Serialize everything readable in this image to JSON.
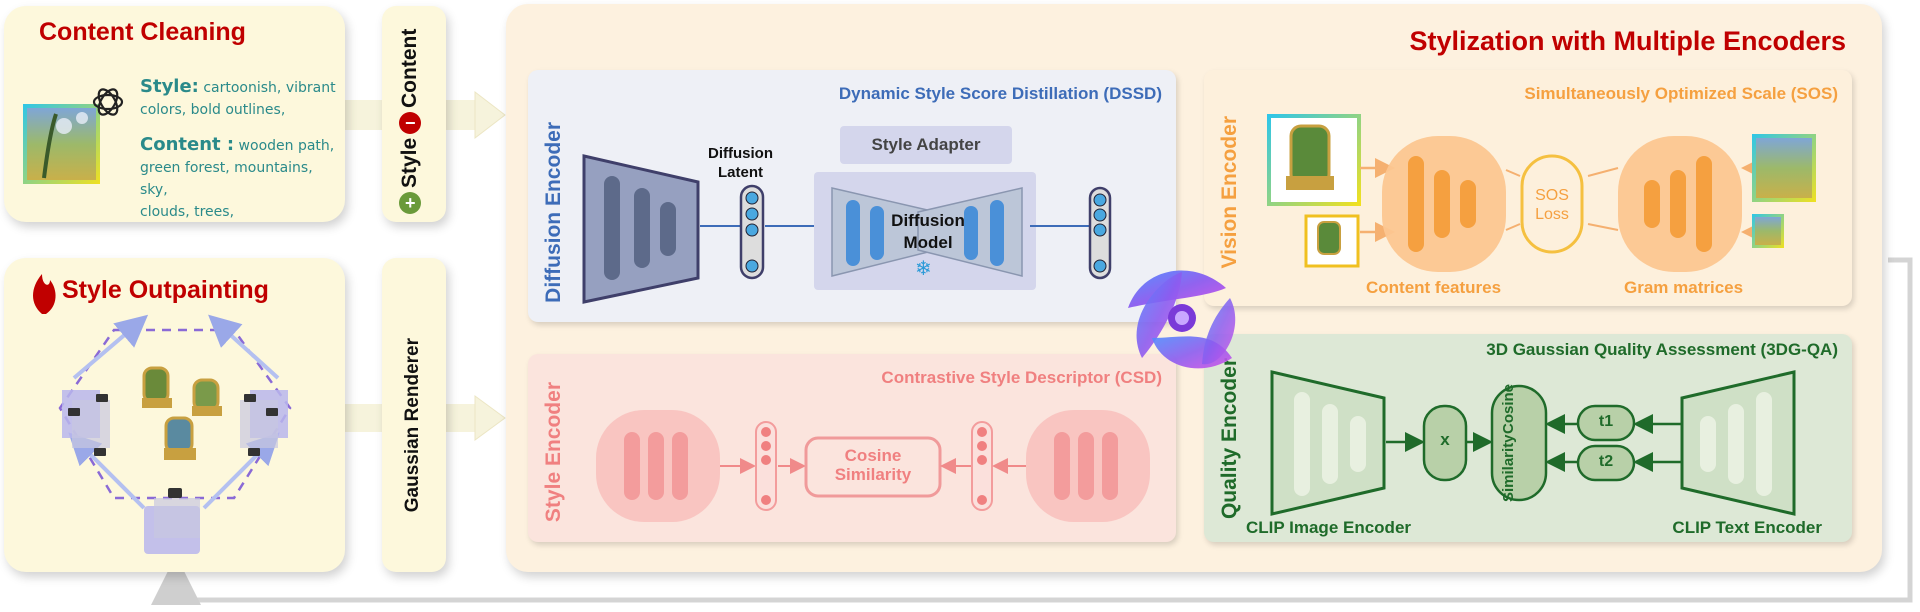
{
  "content_cleaning": {
    "title": "Content Cleaning",
    "style_key": "Style:",
    "style_text_1": "cartoonish, vibrant",
    "style_text_2": "colors, bold outlines,",
    "content_key": "Content :",
    "content_text_1": "wooden path,",
    "content_text_2": "green forest, mountains, sky,",
    "content_text_3": "clouds, trees,"
  },
  "style_outpainting": {
    "title": "Style Outpainting"
  },
  "connector_top": {
    "style": "Style",
    "content": "Content",
    "plus": "+",
    "minus": "−"
  },
  "connector_bottom": {
    "label": "Gaussian Renderer"
  },
  "main": {
    "title": "Stylization with Multiple Encoders",
    "dssd": {
      "title": "Dynamic Style Score Distillation (DSSD)",
      "encoder": "Diffusion Encoder",
      "latent_1": "Diffusion",
      "latent_2": "Latent",
      "adapter": "Style Adapter",
      "model_1": "Diffusion",
      "model_2": "Model",
      "snow": "❄"
    },
    "csd": {
      "title": "Contrastive Style Descriptor (CSD)",
      "encoder": "Style Encoder",
      "cos_1": "Cosine",
      "cos_2": "Similarity"
    },
    "sos": {
      "title": "Simultaneously Optimized Scale (SOS)",
      "encoder": "Vision Encoder",
      "loss_1": "SOS",
      "loss_2": "Loss",
      "content_features": "Content features",
      "gram_matrices": "Gram matrices"
    },
    "qa": {
      "title": "3D Gaussian Quality Assessment (3DG-QA)",
      "encoder": "Quality Encoder",
      "mult": "x",
      "cos_1": "Cosine",
      "cos_2": "Similarity",
      "t1": "t1",
      "t2": "t2",
      "clip_image": "CLIP Image Encoder",
      "clip_text": "CLIP Text Encoder"
    }
  },
  "colors": {
    "heading_red": "#c00000",
    "dssd_blue": "#3d6cb8",
    "csd_pink": "#f08080",
    "sos_orange": "#f5a040",
    "qa_green": "#1f6b2a",
    "dssd_bg": "#eef0f6",
    "csd_bg": "#fbe4dd",
    "sos_bg": "#fdf0dc",
    "qa_bg": "#dde8d6"
  }
}
